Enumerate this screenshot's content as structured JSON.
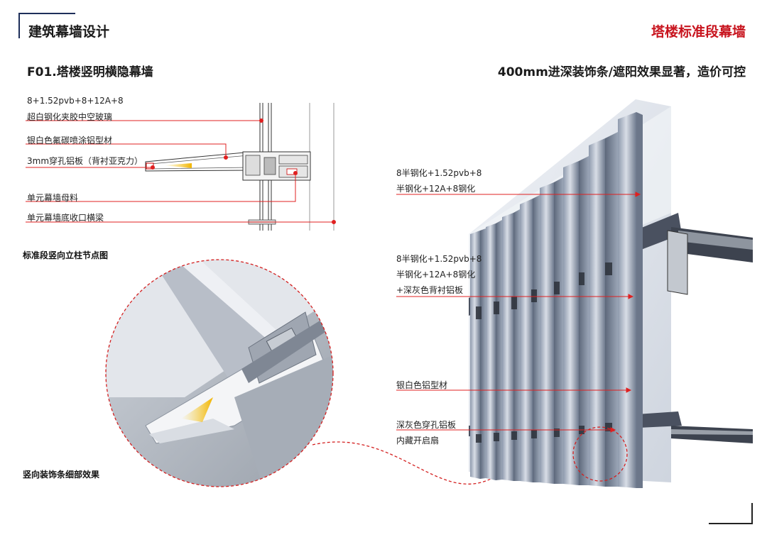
{
  "header": {
    "doc_title": "建筑幕墙设计",
    "section_title": "塔楼标准段幕墙",
    "subtitle_left": "F01.塔楼竖明横隐幕墙",
    "subtitle_right": "400mm进深装饰条/遮阳效果显著，造价可控"
  },
  "node_callouts": [
    "8+1.52pvb+8+12A+8",
    "超白钢化夹胶中空玻璃",
    "银白色氟碳喷涂铝型材",
    "3mm穿孔铝板（背衬亚克力）",
    "单元幕墙母料",
    "单元幕墙底收口横梁"
  ],
  "captions": {
    "node": "标准段竖向立柱节点图",
    "detail": "竖向装饰条细部效果"
  },
  "facade_callouts": {
    "glass1_line1": "8半钢化+1.52pvb+8",
    "glass1_line2": "半钢化+12A+8钢化",
    "glass2_line1": "8半钢化+1.52pvb+8",
    "glass2_line2": "半钢化+12A+8钢化",
    "glass2_line3": "+深灰色背衬铝板",
    "profile": "银白色铝型材",
    "panel": "深灰色穿孔铝板",
    "vent": "内藏开启扇"
  },
  "colors": {
    "accent_red": "#c8141e",
    "leader_red": "#e02020",
    "frame_navy": "#1e2f5a"
  }
}
